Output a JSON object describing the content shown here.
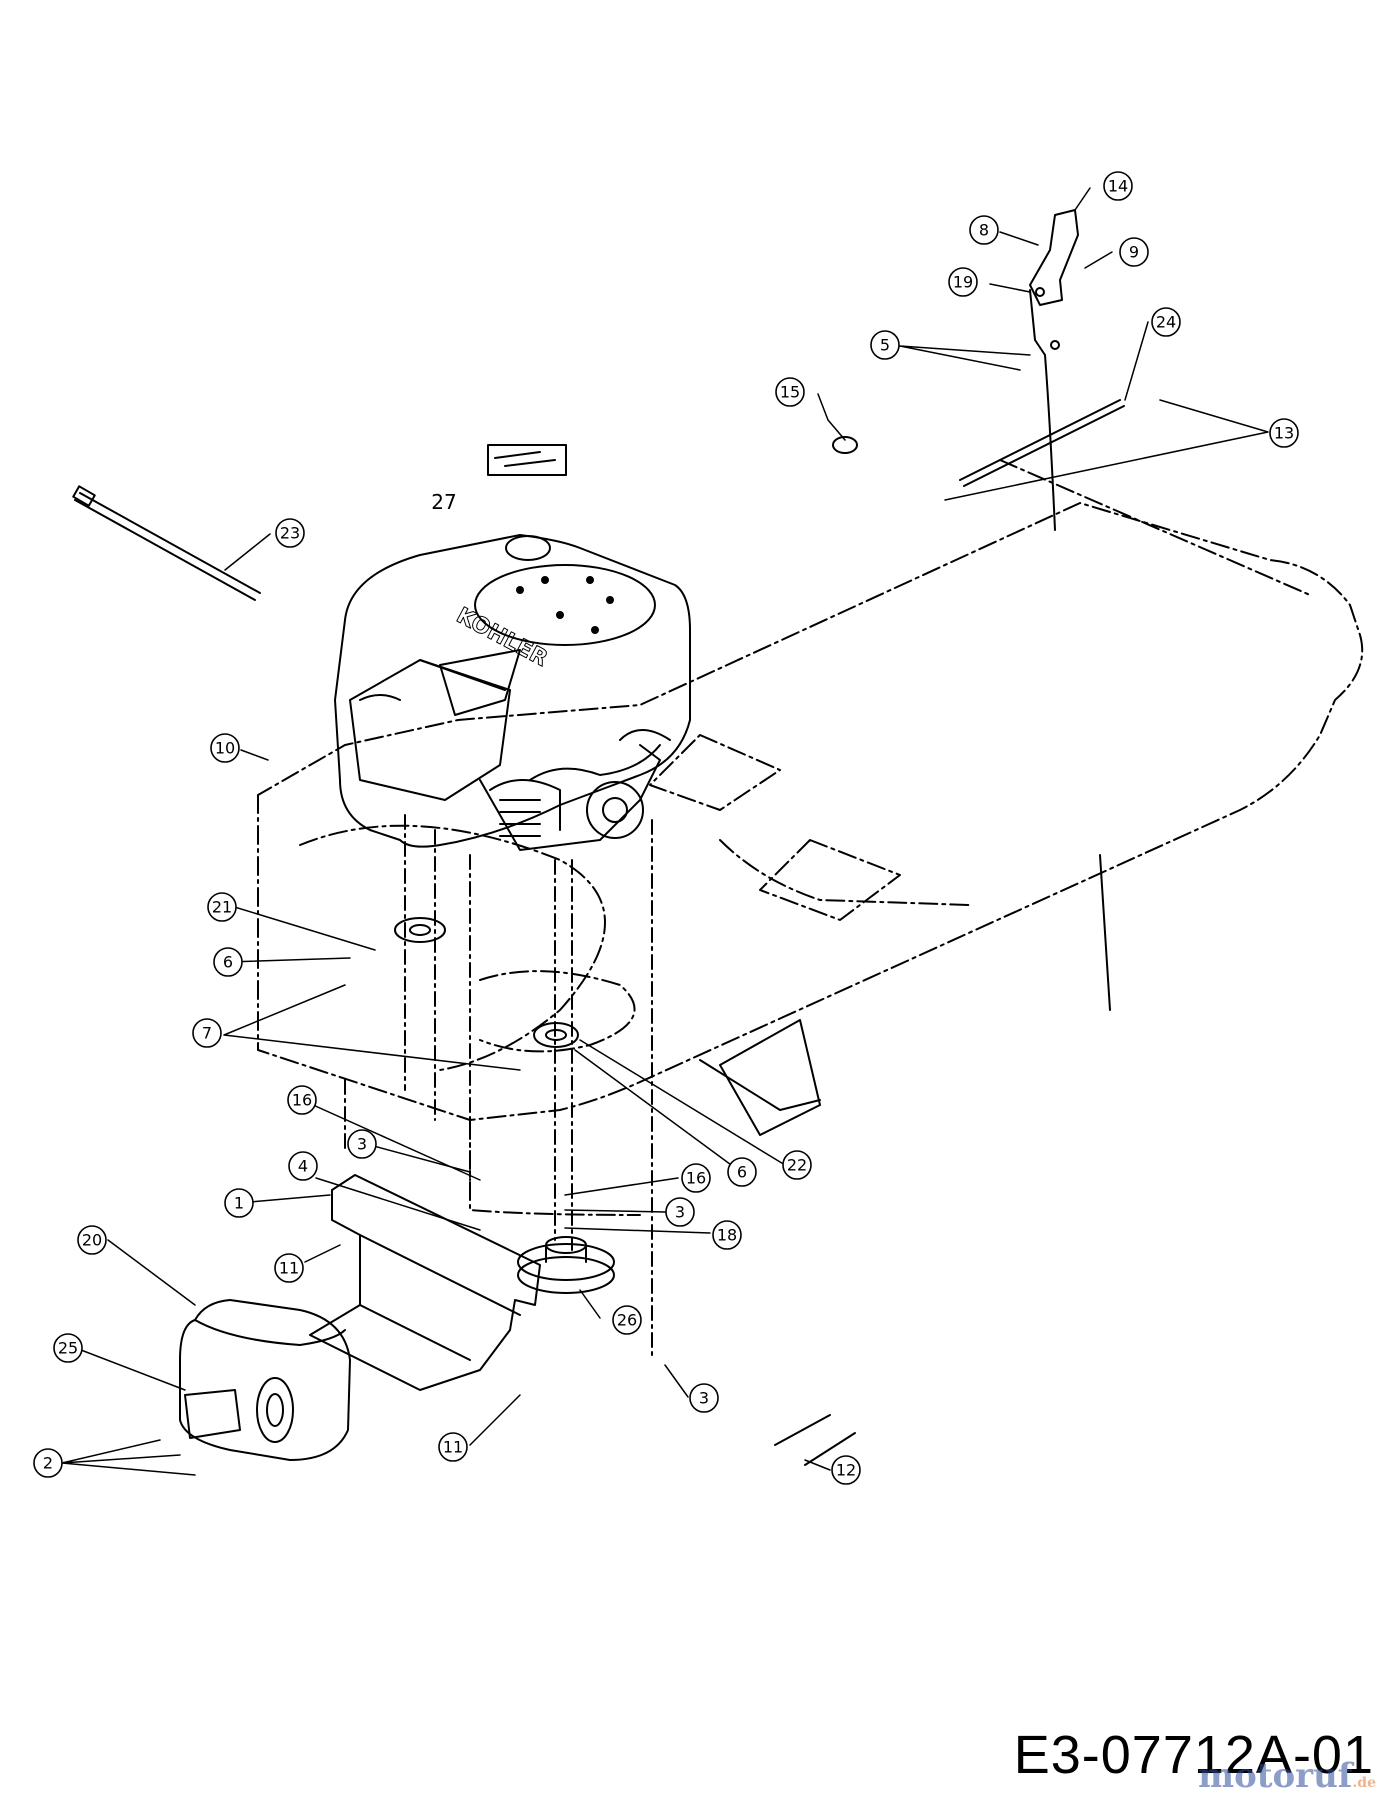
{
  "diagram": {
    "callouts": [
      {
        "id": "c14",
        "label": "14"
      },
      {
        "id": "c8",
        "label": "8"
      },
      {
        "id": "c9",
        "label": "9"
      },
      {
        "id": "c19",
        "label": "19"
      },
      {
        "id": "c24",
        "label": "24"
      },
      {
        "id": "c5",
        "label": "5"
      },
      {
        "id": "c15",
        "label": "15"
      },
      {
        "id": "c13",
        "label": "13"
      },
      {
        "id": "c23",
        "label": "23"
      },
      {
        "id": "c10",
        "label": "10"
      },
      {
        "id": "c21",
        "label": "21"
      },
      {
        "id": "c6a",
        "label": "6"
      },
      {
        "id": "c7",
        "label": "7"
      },
      {
        "id": "c16a",
        "label": "16"
      },
      {
        "id": "c3a",
        "label": "3"
      },
      {
        "id": "c4",
        "label": "4"
      },
      {
        "id": "c1",
        "label": "1"
      },
      {
        "id": "c20",
        "label": "20"
      },
      {
        "id": "c11a",
        "label": "11"
      },
      {
        "id": "c25",
        "label": "25"
      },
      {
        "id": "c2",
        "label": "2"
      },
      {
        "id": "c11b",
        "label": "11"
      },
      {
        "id": "c6b",
        "label": "6"
      },
      {
        "id": "c22",
        "label": "22"
      },
      {
        "id": "c16b",
        "label": "16"
      },
      {
        "id": "c3b",
        "label": "3"
      },
      {
        "id": "c18",
        "label": "18"
      },
      {
        "id": "c26",
        "label": "26"
      },
      {
        "id": "c3c",
        "label": "3"
      },
      {
        "id": "c12",
        "label": "12"
      }
    ],
    "plain_label": "27",
    "engine_brand": "KOHLER",
    "drawing_number": "E3-07712A-01",
    "watermark": {
      "main": "motoruf",
      "suffix": ".de"
    }
  }
}
